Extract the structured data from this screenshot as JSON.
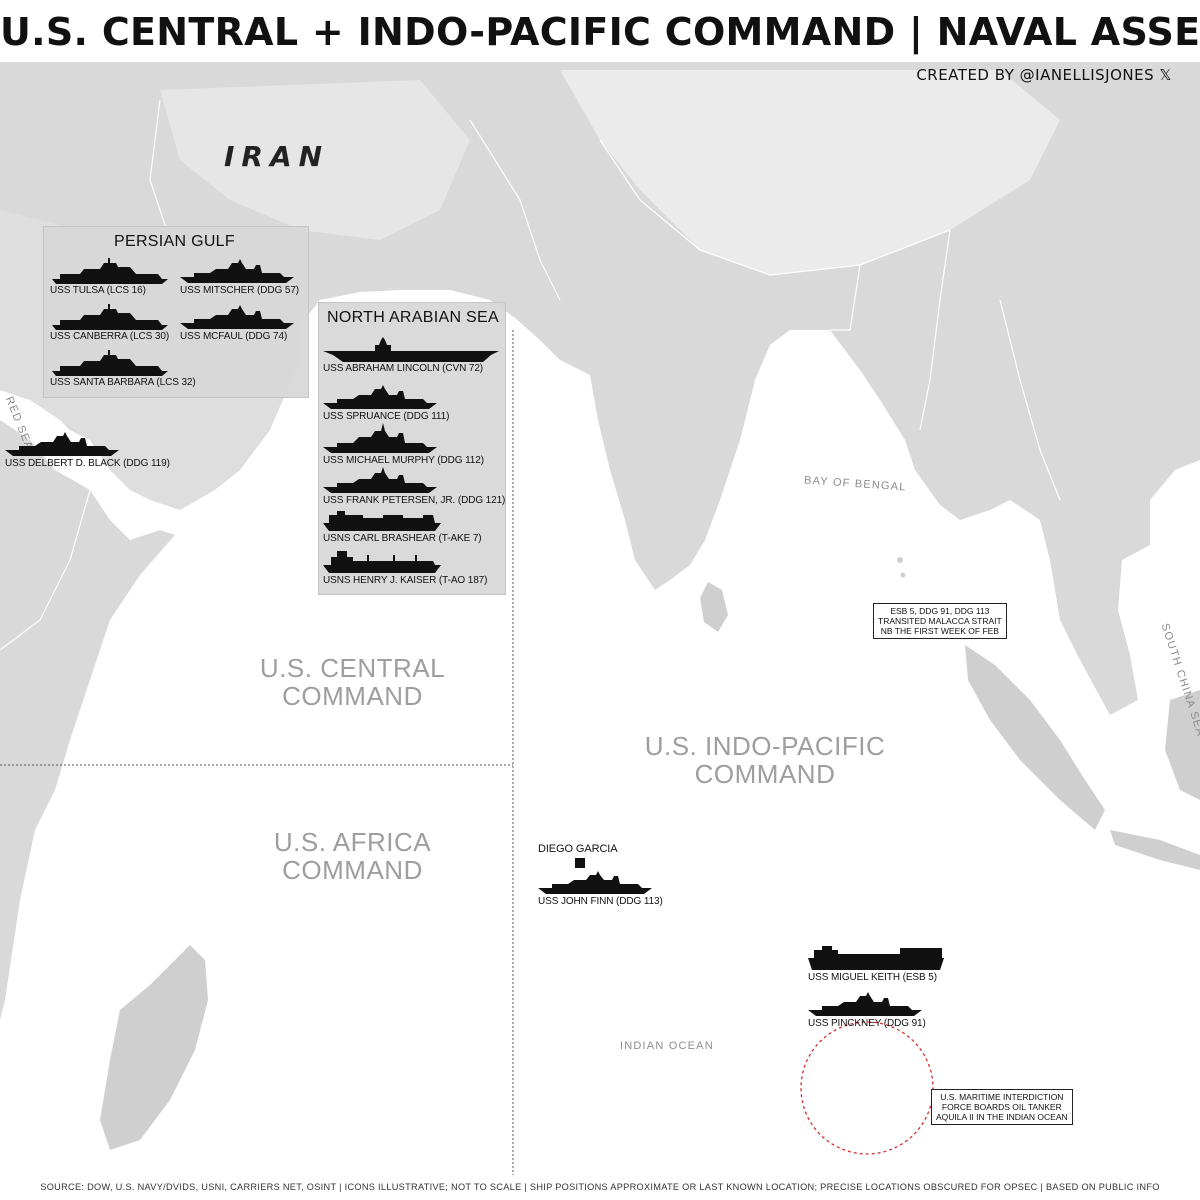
{
  "title": "U.S. CENTRAL + INDO-PACIFIC COMMAND | NAVAL ASSETS",
  "credit": "CREATED BY @IANELLISJONES 𝕏",
  "map_labels": {
    "iran": "IRAN",
    "red_sea": "RED SEA",
    "bay_of_bengal": "BAY OF BENGAL",
    "south_china_sea": "SOUTH CHINA SEA",
    "indian_ocean": "INDIAN OCEAN"
  },
  "commands": {
    "central": [
      "U.S. CENTRAL",
      "COMMAND"
    ],
    "africa": [
      "U.S. AFRICA",
      "COMMAND"
    ],
    "indo_pacific": [
      "U.S. INDO-PACIFIC",
      "COMMAND"
    ]
  },
  "persian_gulf": {
    "title": "PERSIAN GULF",
    "ships": [
      {
        "name": "USS TULSA (LCS 16)",
        "icon": "lcs-trimaran-icon"
      },
      {
        "name": "USS MITSCHER (DDG 57)",
        "icon": "destroyer-icon"
      },
      {
        "name": "USS CANBERRA (LCS 30)",
        "icon": "lcs-trimaran-icon"
      },
      {
        "name": "USS MCFAUL (DDG 74)",
        "icon": "destroyer-icon"
      },
      {
        "name": "USS SANTA BARBARA (LCS 32)",
        "icon": "lcs-trimaran-icon"
      }
    ]
  },
  "north_arabian_sea": {
    "title": "NORTH ARABIAN SEA",
    "ships": [
      {
        "name": "USS ABRAHAM LINCOLN (CVN 72)",
        "icon": "aircraft-carrier-icon"
      },
      {
        "name": "USS SPRUANCE (DDG 111)",
        "icon": "destroyer-icon"
      },
      {
        "name": "USS MICHAEL MURPHY (DDG 112)",
        "icon": "destroyer-icon"
      },
      {
        "name": "USS FRANK PETERSEN, JR. (DDG 121)",
        "icon": "destroyer-icon"
      },
      {
        "name": "USNS CARL BRASHEAR (T-AKE 7)",
        "icon": "cargo-ship-icon"
      },
      {
        "name": "USNS HENRY J. KAISER (T-AO 187)",
        "icon": "oiler-icon"
      }
    ]
  },
  "red_sea_ship": {
    "name": "USS DELBERT D. BLACK (DDG 119)",
    "icon": "destroyer-icon"
  },
  "diego_garcia": {
    "label": "DIEGO GARCIA",
    "ship": {
      "name": "USS JOHN FINN (DDG 113)",
      "icon": "destroyer-icon"
    }
  },
  "indian_ocean_ships": [
    {
      "name": "USS MIGUEL KEITH (ESB 5)",
      "icon": "expeditionary-base-icon"
    },
    {
      "name": "USS PINCKNEY (DDG 91)",
      "icon": "destroyer-icon"
    }
  ],
  "malacca_note": [
    "ESB 5, DDG 91, DDG 113",
    "TRANSITED MALACCA STRAIT",
    "NB THE FIRST WEEK OF FEB"
  ],
  "interdiction_note": [
    "U.S. MARITIME INTERDICTION",
    "FORCE BOARDS OIL TANKER",
    "AQUILA II IN THE INDIAN OCEAN"
  ],
  "footer": "SOURCE: DOW, U.S. NAVY/DVIDS, USNI, CARRIERS NET, OSINT | ICONS ILLUSTRATIVE; NOT TO SCALE | SHIP POSITIONS APPROXIMATE OR LAST KNOWN LOCATION; PRECISE LOCATIONS OBSCURED FOR OPSEC | BASED ON PUBLIC INFO",
  "colors": {
    "ocean": "#ffffff",
    "land": "#d9d9d9",
    "land_dark": "#c4c4c4",
    "highland": "#ededed",
    "ship": "#111111",
    "interdiction_circle": "#d32f2f",
    "command_label": "#9e9e9e"
  }
}
